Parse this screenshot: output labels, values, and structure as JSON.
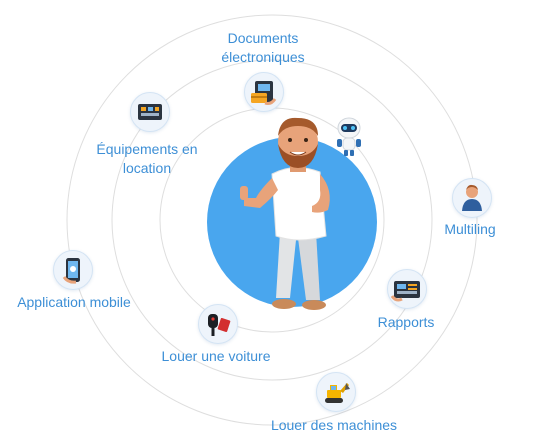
{
  "colors": {
    "label": "#3d8fd6",
    "center_circle": "#49a6ee",
    "orbit_line": "#dcdcdc",
    "bubble_bg": "#eef4fb"
  },
  "features": [
    {
      "id": "documents",
      "label_lines": [
        "Documents",
        "électroniques"
      ],
      "icon": "card-terminal-icon"
    },
    {
      "id": "equipment",
      "label_lines": [
        "Équipements en",
        "location"
      ],
      "icon": "dashboard-panel-icon"
    },
    {
      "id": "multiling",
      "label_lines": [
        "Multiling"
      ],
      "icon": "person-avatar-icon"
    },
    {
      "id": "mobile",
      "label_lines": [
        "Application mobile"
      ],
      "icon": "smartphone-icon"
    },
    {
      "id": "reports",
      "label_lines": [
        "Rapports"
      ],
      "icon": "tablet-report-icon"
    },
    {
      "id": "car",
      "label_lines": [
        "Louer une voiture"
      ],
      "icon": "car-key-icon"
    },
    {
      "id": "machines",
      "label_lines": [
        "Louer des machines"
      ],
      "icon": "excavator-icon"
    }
  ],
  "center": {
    "figure": "smiling-man-thumbs-up-illustration",
    "companion": "robot-icon"
  }
}
